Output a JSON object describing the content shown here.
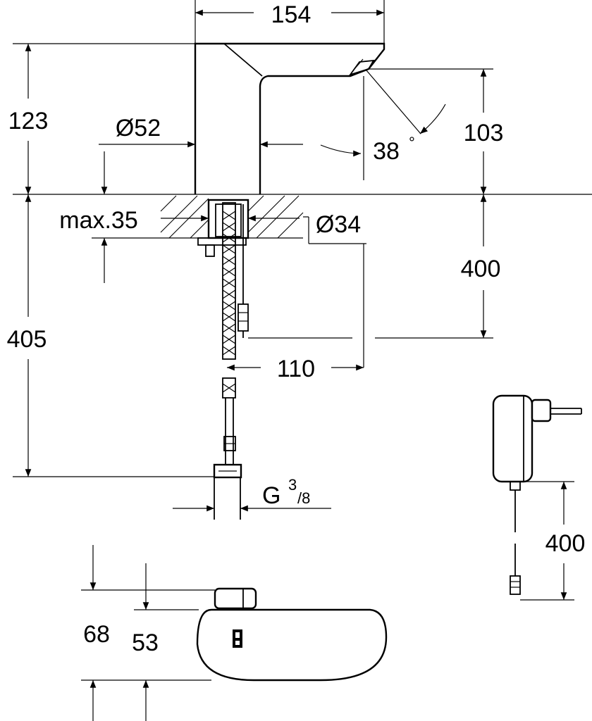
{
  "dimensions": {
    "spout_length": "154",
    "faucet_height": "123",
    "body_diameter": "Ø52",
    "spout_height": "103",
    "spout_angle": "38",
    "degree_symbol": "°",
    "max_deck_thickness": "max.35",
    "hole_diameter": "Ø34",
    "hose_length": "400",
    "overall_below_deck": "405",
    "cable_offset": "110",
    "thread_prefix": "G",
    "thread_num": "3",
    "thread_den": "/8",
    "adapter_cable_length": "400",
    "top_view_height_outer": "68",
    "top_view_height_inner": "53"
  }
}
